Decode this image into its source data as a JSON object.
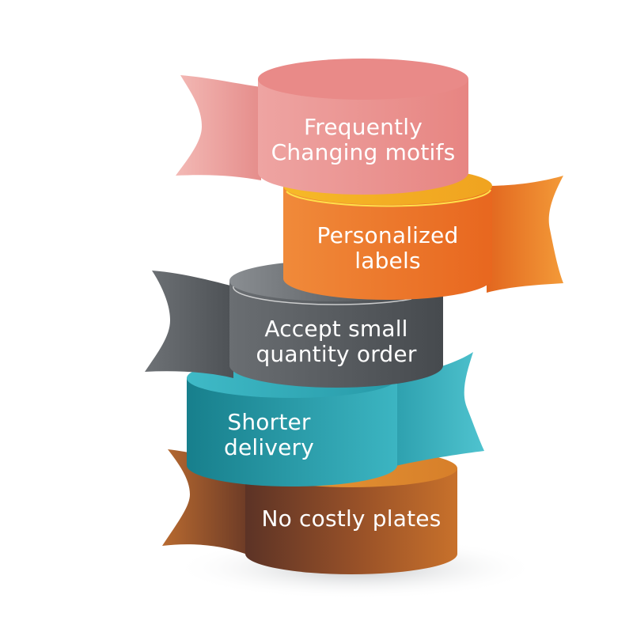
{
  "diagram": {
    "type": "stacked-cylinder-ribbon-infographic",
    "tiers": [
      {
        "id": "frequently-changing-motifs",
        "lines": [
          "Frequently",
          "Changing motifs"
        ],
        "color": "#e98a88",
        "flag_side": "left"
      },
      {
        "id": "personalized-labels",
        "lines": [
          "Personalized",
          "labels"
        ],
        "color": "#ec7a2e",
        "flag_side": "right"
      },
      {
        "id": "accept-small-quantity-order",
        "lines": [
          "Accept small",
          "quantity order"
        ],
        "color": "#5a5e62",
        "flag_side": "left"
      },
      {
        "id": "shorter-delivery",
        "lines": [
          "Shorter",
          "delivery"
        ],
        "color": "#2fa7b4",
        "flag_side": "right"
      },
      {
        "id": "no-costly-plates",
        "lines": [
          "No costly plates"
        ],
        "color": "#a8562a",
        "flag_side": "left"
      }
    ]
  }
}
